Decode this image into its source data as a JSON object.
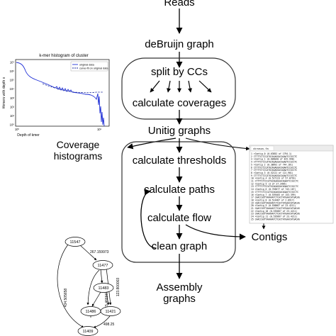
{
  "pipeline": {
    "reads": "Reads",
    "debruijn": "deBruijn graph",
    "split": "split by CCs",
    "calc_coverages": "calculate coverages",
    "unitig_graphs": "Unitig graphs",
    "coverage_histograms_line1": "Coverage",
    "coverage_histograms_line2": "histograms",
    "calc_thresholds": "calculate thresholds",
    "calc_paths": "calculate paths",
    "calc_flow": "calculate flow",
    "clean_graph": "clean graph",
    "contigs": "Contigs",
    "assembly_line1": "Assembly",
    "assembly_line2": "graphs"
  },
  "histogram": {
    "title": "k-mer histogram of cluster",
    "xlabel": "Depth of kmer",
    "ylabel": "#kmers with depth x",
    "legend": [
      "original data",
      "curve-fit on original data"
    ],
    "yticks": [
      "10⁷",
      "10⁶",
      "10⁵",
      "10⁴",
      "10³",
      "10²",
      "10¹",
      "10⁰"
    ],
    "xticks": [
      "10⁰",
      "10¹"
    ],
    "colors": {
      "data": "#1f2fd6",
      "fit": "#1a2a99"
    }
  },
  "contigs_file": {
    "title": "ckrosus.fa",
    "lines": [
      "1 >Contig_0 (0.63852 of 1794.1)",
      "2 CTTTTCTCCCATGCAGAGGACAGAATCCGCCTC",
      "3 >Contig_1 (0.606040 of 815.998)",
      "4 CTTTTCTCCCATGCAGAGGACAGAATCCGCCTC",
      "5 >Contig_2 (0.38691 of 744.161)",
      "6 CTTTTCTCCCATGCAGAGGACAGAATCCGCCTC",
      "7 CTTTTCTCCCATGCAGAGGACAGAATCCGCCTC",
      "8 >Contig_3 (0.52121 of 121.901)",
      "9 CTTTTCTCCCATGCAGAGGACAGAATCCGCCTC",
      "10 >Contig_4 (0.527123 of 57.8793)",
      "11 CTTTTCTCCCATGCAGAGGACAGAATCCGCCTC",
      "12 >Contig_5 (3 of 27.3465)",
      "13 CTTTTCTCCCATGCAGAGGACAGAATCCGCCTC",
      "14 >Contig_6 (0.763677 of 743.167)",
      "15 CTTTTCTCCCATGCAGAGGACAGAATCCGCCTC",
      "16 >Contig_7 (0.539403 of 153.399)",
      "17 CAACCGGTTAAAAATCTCACTATGAACATGACAG",
      "18 >Contig_8 (0.514487 of 2.8917)",
      "19 CAACCGGTTAAAAATCTCACTATGAACATGACAG",
      "20 >Contig_9 (0.530667 of 23.4211)",
      "21 CAACCGGTTAAAAATCTCACTATGAACATGACAG",
      "22 >Contig_10 (0.535667 of 23.4211)",
      "23 CAACCGGTTAAAAATCTCACTATGAACATGACAG",
      "24 >Contig_11 (0.535667 of 23.4211)",
      "25 CAACCGGTTAAAAATCTCACTATGAACATGACAG"
    ]
  },
  "assembly_graph": {
    "nodes": [
      "11547",
      "11477",
      "11483",
      "11486",
      "11421",
      "11409"
    ],
    "edge_labels": [
      "267.159973",
      "434.505658",
      "115.466667",
      "123.800003",
      "498.25"
    ]
  }
}
